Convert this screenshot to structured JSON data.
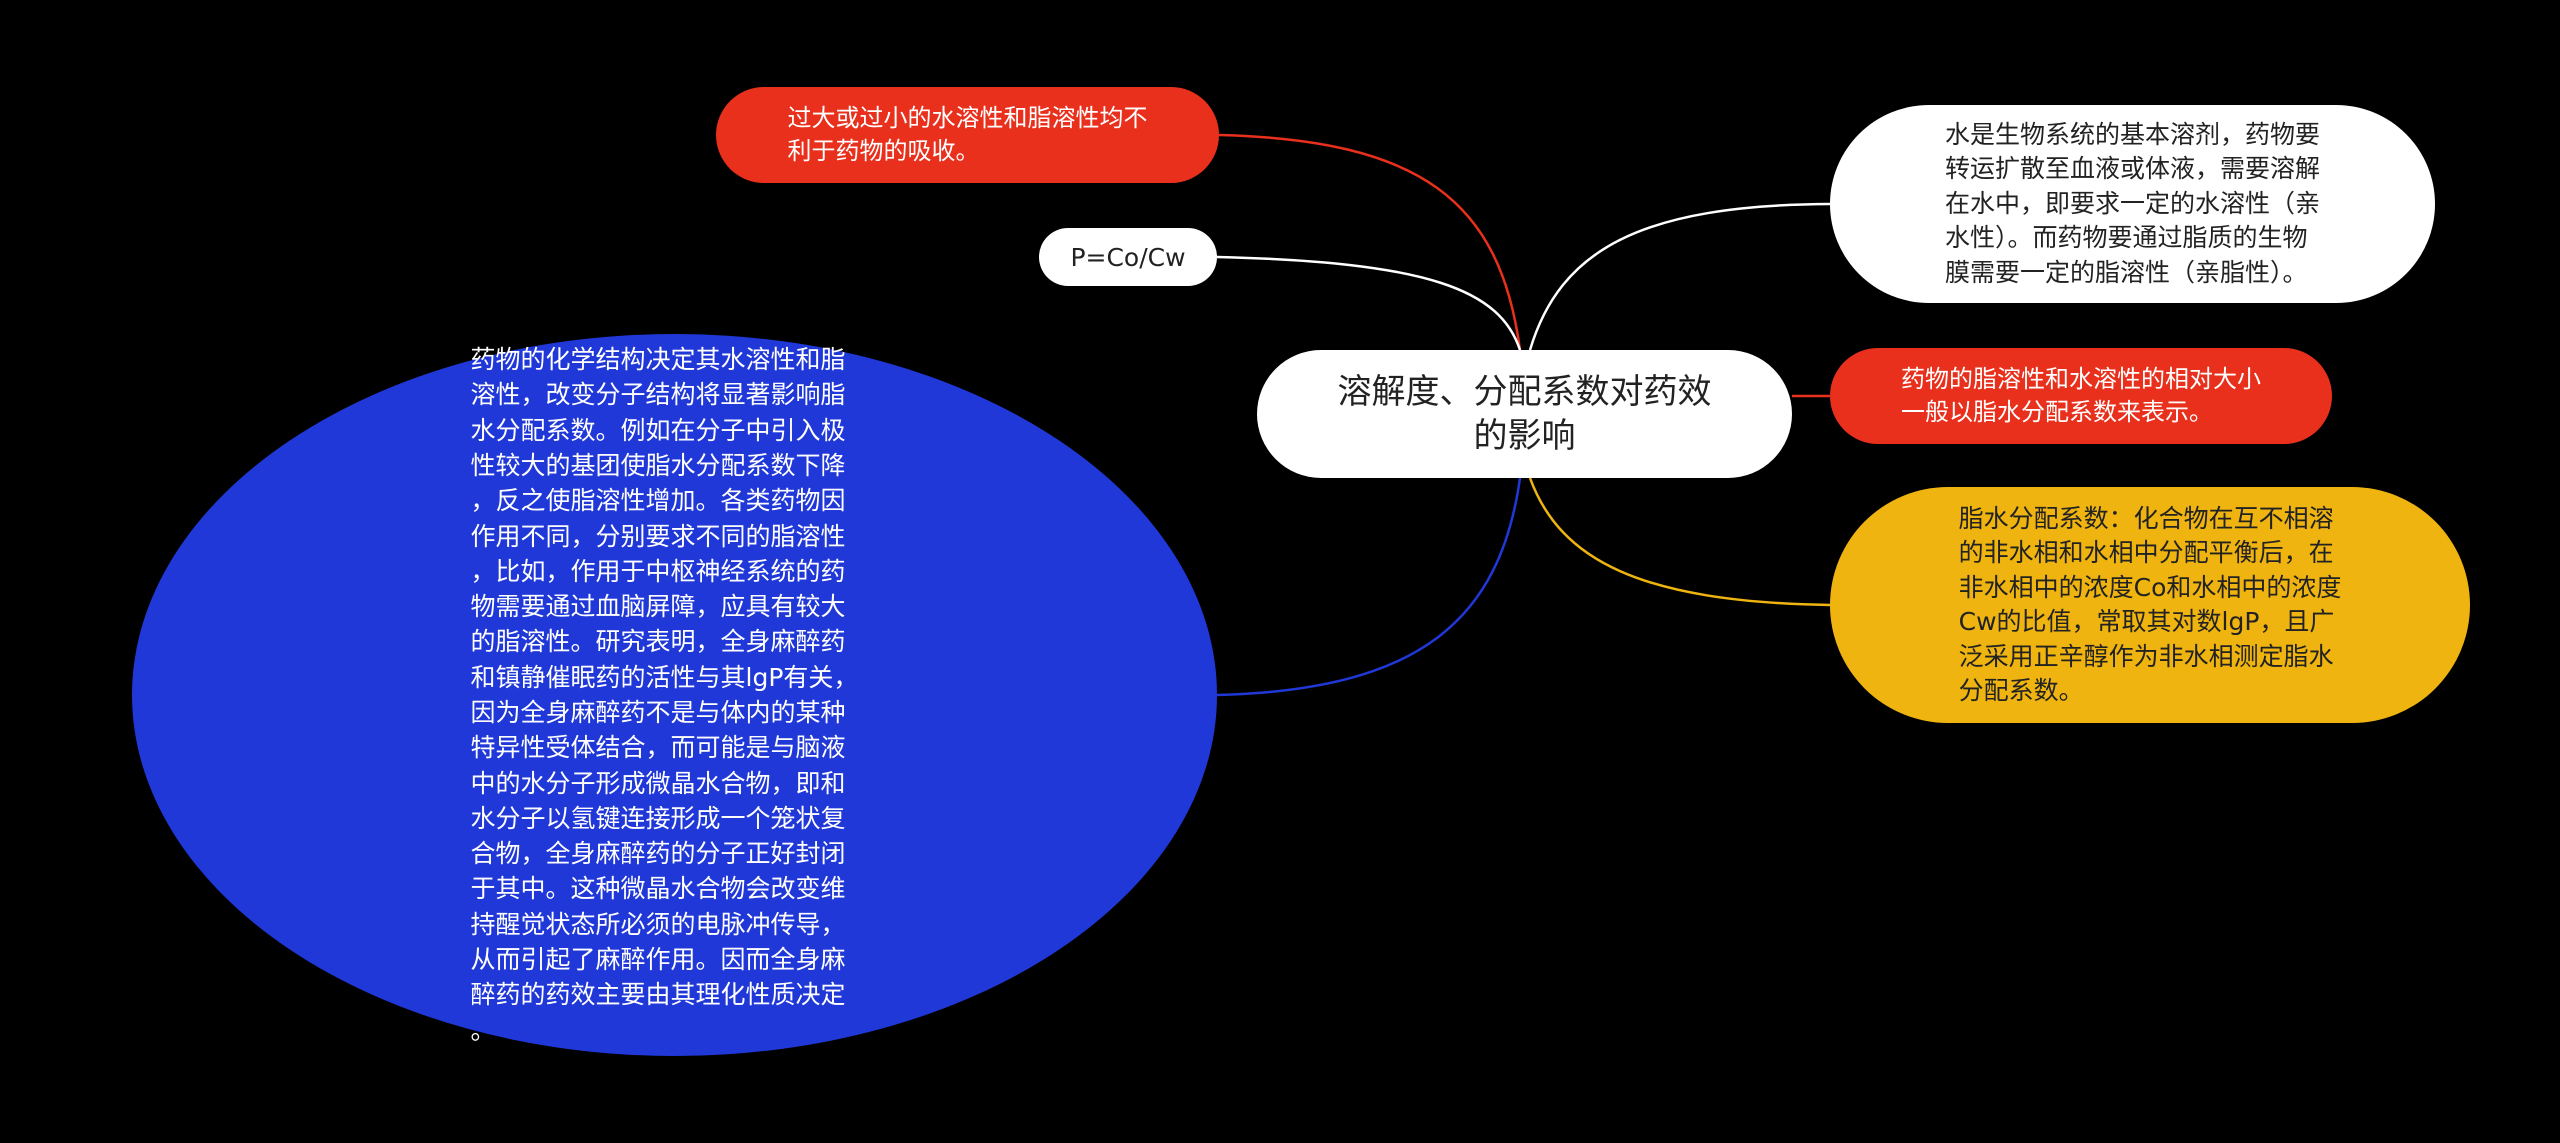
{
  "center": {
    "title": "溶解度、分配系数对药效\n的影响"
  },
  "branches": {
    "red_left": {
      "text": "过大或过小的水溶性和脂溶性均不\n利于药物的吸收。",
      "color": "#e8301c"
    },
    "formula": {
      "text": "P=Co/Cw",
      "color": "#ffffff"
    },
    "blue_left": {
      "text": "药物的化学结构决定其水溶性和脂\n溶性，改变分子结构将显著影响脂\n水分配系数。例如在分子中引入极\n性较大的基团使脂水分配系数下降\n，反之使脂溶性增加。各类药物因\n作用不同，分别要求不同的脂溶性\n，比如，作用于中枢神经系统的药\n物需要通过血脑屏障，应具有较大\n的脂溶性。研究表明，全身麻醉药\n和镇静催眠药的活性与其lgP有关，\n因为全身麻醉药不是与体内的某种\n特异性受体结合，而可能是与脑液\n中的水分子形成微晶水合物，即和\n水分子以氢键连接形成一个笼状复\n合物，全身麻醉药的分子正好封闭\n于其中。这种微晶水合物会改变维\n持醒觉状态所必须的电脉冲传导，\n从而引起了麻醉作用。因而全身麻\n醉药的药效主要由其理化性质决定\n。",
      "color": "#2038d8"
    },
    "white_right": {
      "text": "水是生物系统的基本溶剂，药物要\n转运扩散至血液或体液，需要溶解\n在水中，即要求一定的水溶性（亲\n水性）。而药物要通过脂质的生物\n膜需要一定的脂溶性（亲脂性）。",
      "color": "#ffffff"
    },
    "red_right": {
      "text": "药物的脂溶性和水溶性的相对大小\n一般以脂水分配系数来表示。",
      "color": "#e8301c"
    },
    "yellow_right": {
      "text": "脂水分配系数：化合物在互不相溶\n的非水相和水相中分配平衡后，在\n非水相中的浓度Co和水相中的浓度\nCw的比值，常取其对数lgP，且广\n泛采用正辛醇作为非水相测定脂水\n分配系数。",
      "color": "#efb410"
    }
  },
  "colors": {
    "background": "#000000",
    "connector_red": "#e8301c",
    "connector_white": "#ffffff",
    "connector_blue": "#2038d8",
    "connector_yellow": "#efb410"
  }
}
